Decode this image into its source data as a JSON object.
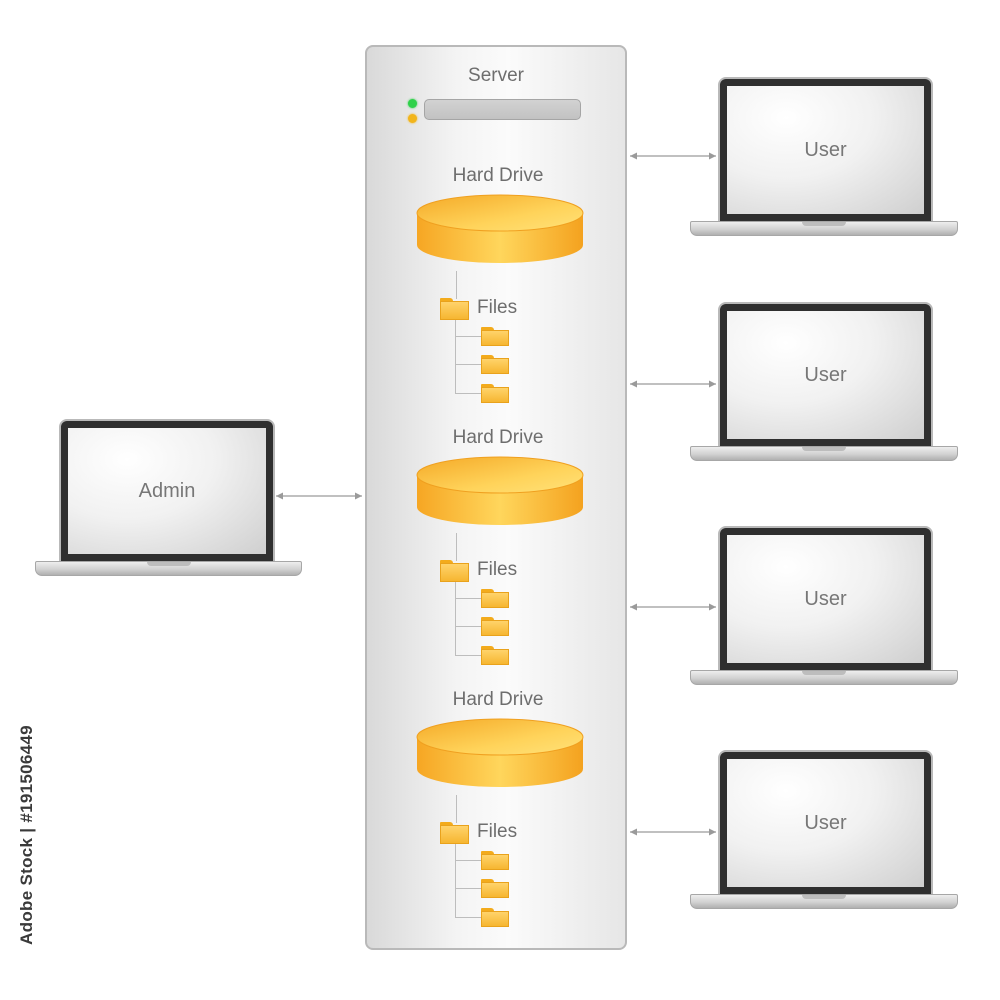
{
  "server": {
    "title": "Server",
    "indicators": [
      "green-led",
      "orange-led"
    ],
    "hard_drives": [
      {
        "label": "Hard Drive",
        "files_label": "Files",
        "file_count": 3
      },
      {
        "label": "Hard Drive",
        "files_label": "Files",
        "file_count": 3
      },
      {
        "label": "Hard Drive",
        "files_label": "Files",
        "file_count": 3
      }
    ]
  },
  "admin": {
    "label": "Admin"
  },
  "users": [
    {
      "label": "User"
    },
    {
      "label": "User"
    },
    {
      "label": "User"
    },
    {
      "label": "User"
    }
  ],
  "connections": [
    "Admin <-> Server",
    "Server <-> User",
    "Server <-> User",
    "Server <-> User",
    "Server <-> User"
  ],
  "watermark": "Adobe Stock | #191506449",
  "colors": {
    "disk": "#f7b733",
    "folder": "#f6b631",
    "led_green": "#2fd14a",
    "led_orange": "#f2b51c",
    "arrow": "#9a9a9a"
  },
  "icons": [
    "disk-icon",
    "folder-icon",
    "laptop-icon",
    "server-icon"
  ]
}
